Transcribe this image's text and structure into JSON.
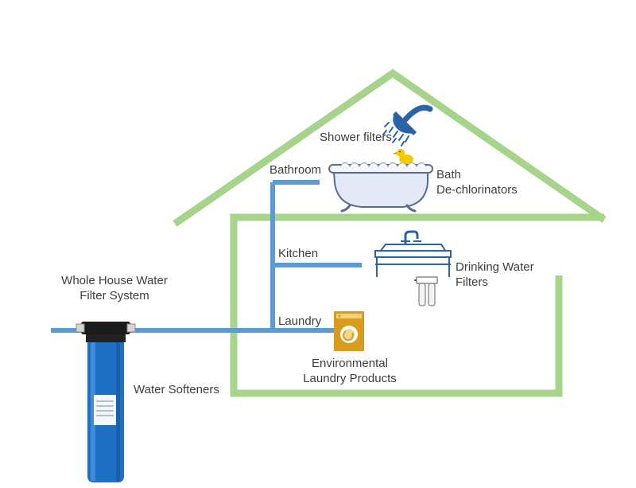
{
  "labels": {
    "shower_filters": "Shower filters",
    "bathroom": "Bathroom",
    "bath": [
      "Bath",
      "De-chlorinators"
    ],
    "kitchen": "Kitchen",
    "drinking_water": [
      "Drinking Water",
      "Filters"
    ],
    "whole_house": [
      "Whole House Water",
      "Filter System"
    ],
    "laundry": "Laundry",
    "environmental": [
      "Environmental",
      "Laundry Products"
    ],
    "water_softeners": "Water Softeners"
  },
  "colors": {
    "house_outline": "#a5d48a",
    "pipe": "#5b9bd5",
    "filter_body": "#1f6fc2",
    "filter_cap": "#1b1b1b",
    "icon_blue": "#2b63a6",
    "washer": "#d99b1e",
    "duck": "#f5c800"
  },
  "icons": [
    "shower-head-icon",
    "bathtub-icon",
    "rubber-duck-icon",
    "kitchen-sink-icon",
    "undersink-filter-icon",
    "washing-machine-icon",
    "water-filter-housing-icon"
  ]
}
